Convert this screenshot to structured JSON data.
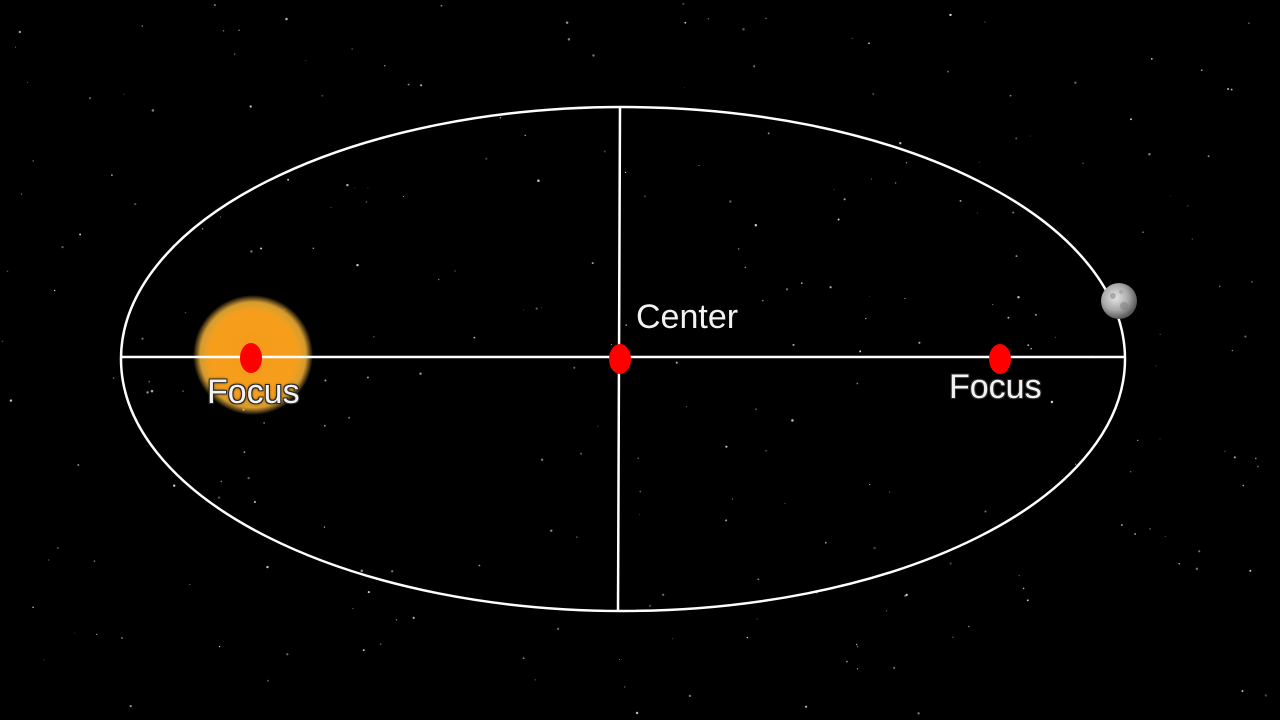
{
  "labels": {
    "center": "Center",
    "focus_left": "Focus",
    "focus_right": "Focus"
  },
  "colors": {
    "background": "#000000",
    "orbit": "#ffffff",
    "axes": "#ffffff",
    "point": "#ff0000",
    "sun_core": "#f7a21b",
    "sun_glow": "#ffb830",
    "planet": "#c8c8c8",
    "label_text": "#f2f2f2"
  },
  "icons": {
    "sun": "sun-icon",
    "planet": "planet-icon"
  }
}
